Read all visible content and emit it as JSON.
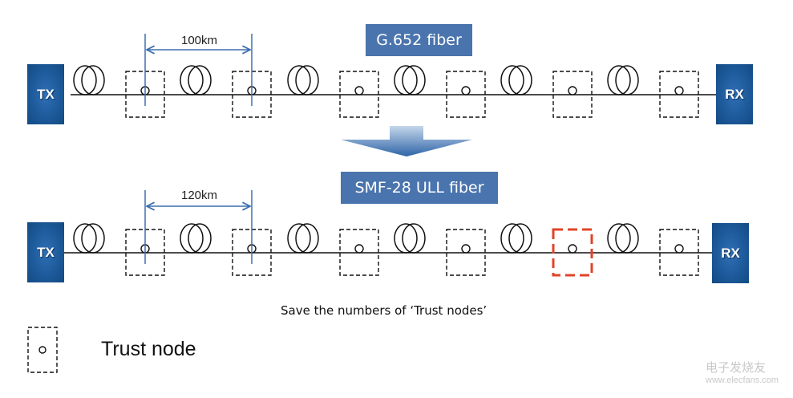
{
  "colors": {
    "fiber_label_bg": "#4a74ad",
    "endpoint_blue": "#1d5a9b",
    "dimension_line": "#3d6fb0",
    "highlight_node": "#e0442a",
    "line": "#111111"
  },
  "top_row": {
    "fiber_label": "G.652 fiber",
    "distance_label": "100km",
    "tx_label": "TX",
    "rx_label": "RX",
    "trust_node_count": 6,
    "fiber_spool_count": 6
  },
  "transition_arrow": {
    "icon": "down-arrow-icon"
  },
  "bottom_row": {
    "fiber_label": "SMF-28 ULL  fiber",
    "distance_label": "120km",
    "tx_label": "TX",
    "rx_label": "RX",
    "trust_node_count": 6,
    "fiber_spool_count": 6,
    "highlighted_node_index": 4
  },
  "caption": "Save the numbers of ‘Trust nodes’",
  "legend": {
    "label": "Trust node",
    "icon": "trust-node-icon"
  },
  "watermark": {
    "line1": "电子发烧友",
    "line2": "www.elecfans.com"
  }
}
